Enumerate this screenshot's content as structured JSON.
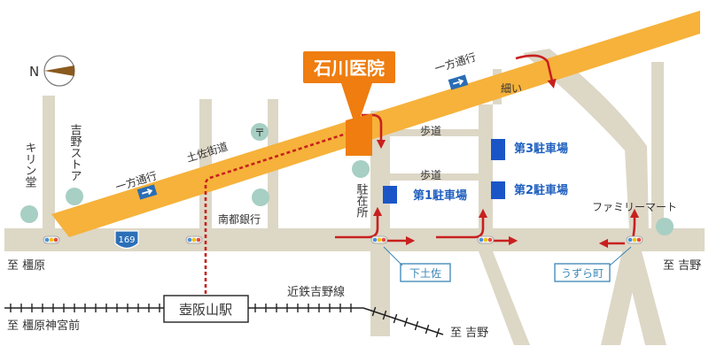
{
  "colors": {
    "road": "#ddd7c6",
    "highway": "#f6b23a",
    "clinic": "#ef7d0f",
    "route_dotted": "#c8201f",
    "arrow": "#c8201f",
    "parking": "#1a55c8",
    "landmark": "#a7cfc4",
    "sign_border": "#3a86b5"
  },
  "compass": {
    "label": "N",
    "icon": "north-pointer-icon"
  },
  "clinic": {
    "name": "石川医院"
  },
  "roads": {
    "one_way_upper": "一方通行",
    "one_way_lower": "一方通行",
    "tosa_kaido": "土佐街道",
    "narrow": "細い",
    "sidewalk_upper": "歩道",
    "sidewalk_lower": "歩道",
    "route_number": "169"
  },
  "parking": [
    {
      "label": "第1駐車場"
    },
    {
      "label": "第2駐車場"
    },
    {
      "label": "第3駐車場"
    }
  ],
  "landmarks": {
    "kirin_do": "キリン堂",
    "yoshino_store": "吉野ストア",
    "nanto_bank": "南都銀行",
    "familymart": "ファミリーマート",
    "bicycle_parking": "駐在所",
    "post_office_symbol": "〒"
  },
  "intersections": {
    "shimotosa": "下土佐",
    "uzuramachi": "うずら町"
  },
  "directions": {
    "to_kashihara": "至 橿原",
    "to_yoshino_road": "至 吉野",
    "to_kashihara_jingumae": "至 橿原神宮前",
    "to_yoshino_rail": "至 吉野"
  },
  "railway": {
    "line": "近鉄吉野線",
    "station": "壺阪山駅"
  }
}
